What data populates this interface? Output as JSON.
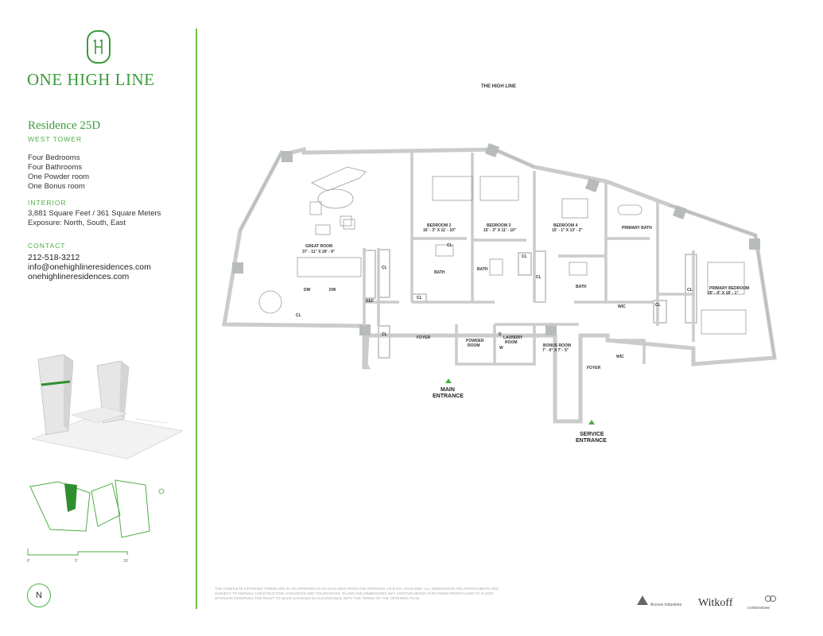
{
  "brand": {
    "name": "ONE HIGH LINE",
    "mark": "1|1"
  },
  "residence": {
    "title": "Residence 25D",
    "tower": "WEST TOWER"
  },
  "features": [
    "Four Bedrooms",
    "Four Bathrooms",
    "One Powder room",
    "One Bonus room"
  ],
  "interior": {
    "heading": "INTERIOR",
    "area": "3,881 Square Feet / 361 Square Meters",
    "exposure": "Exposure: North, South, East"
  },
  "contact": {
    "heading": "CONTACT",
    "phone": "212-518-3212",
    "email": "info@onehighlineresidences.com",
    "web": "onehighlineresidences.com"
  },
  "plan": {
    "street": "THE HIGH LINE",
    "rooms": {
      "great_room": "GREAT ROOM",
      "great_room_dim": "37' - 11\" X 29' - 9\"",
      "bedroom2": "BEDROOM 2",
      "bedroom2_dim": "16' - 3\" X 11' - 10\"",
      "bedroom3": "BEDROOM 3",
      "bedroom3_dim": "15' - 3\" X 11' - 10\"",
      "bedroom4": "BEDROOM 4",
      "bedroom4_dim": "15' - 1\" X 13' - 2\"",
      "primary_bath": "PRIMARY BATH",
      "primary_bedroom": "PRIMARY BEDROOM",
      "primary_bedroom_dim": "20' - 4\" X 18' - 1\"",
      "bath": "BATH",
      "cl": "CL",
      "wic": "WIC",
      "dw": "DW",
      "ref": "REF",
      "foyer": "FOYER",
      "powder": "POWDER",
      "room": "ROOM",
      "laundry": "LAUNDRY",
      "bonus_room": "BONUS ROOM",
      "bonus_room_dim": "7' - 9\" X 7' - 5\"",
      "d": "D",
      "w": "W"
    },
    "main_entrance": [
      "MAIN",
      "ENTRANCE"
    ],
    "service_entrance": [
      "SERVICE",
      "ENTRANCE"
    ]
  },
  "north": "N",
  "scale": [
    "0'",
    "5'",
    "10'"
  ],
  "disclaimer": "THE COMPLETE OFFERING TERMS ARE IN AN OFFERING PLAN AVAILABLE FROM THE SPONSOR. FILE NO. CD18-0252. ALL DIMENSIONS ARE APPROXIMATE AND SUBJECT TO NORMAL CONSTRUCTION VARIANCES AND TOLERANCES. PLANS AND DIMENSIONS MAY CONTAIN MINOR VARIATIONS FROM FLOOR TO FLOOR. SPONSOR RESERVES THE RIGHT TO MAKE CHANGES IN ACCORDANCE WITH THE TERMS OF THE OFFERING PLAN.",
  "developers": {
    "d1": "Access Industries",
    "d2": "Witkoff",
    "d3": "cornerstone"
  },
  "colors": {
    "accent": "#3a9b3a",
    "wall": "#c9ccc8"
  }
}
